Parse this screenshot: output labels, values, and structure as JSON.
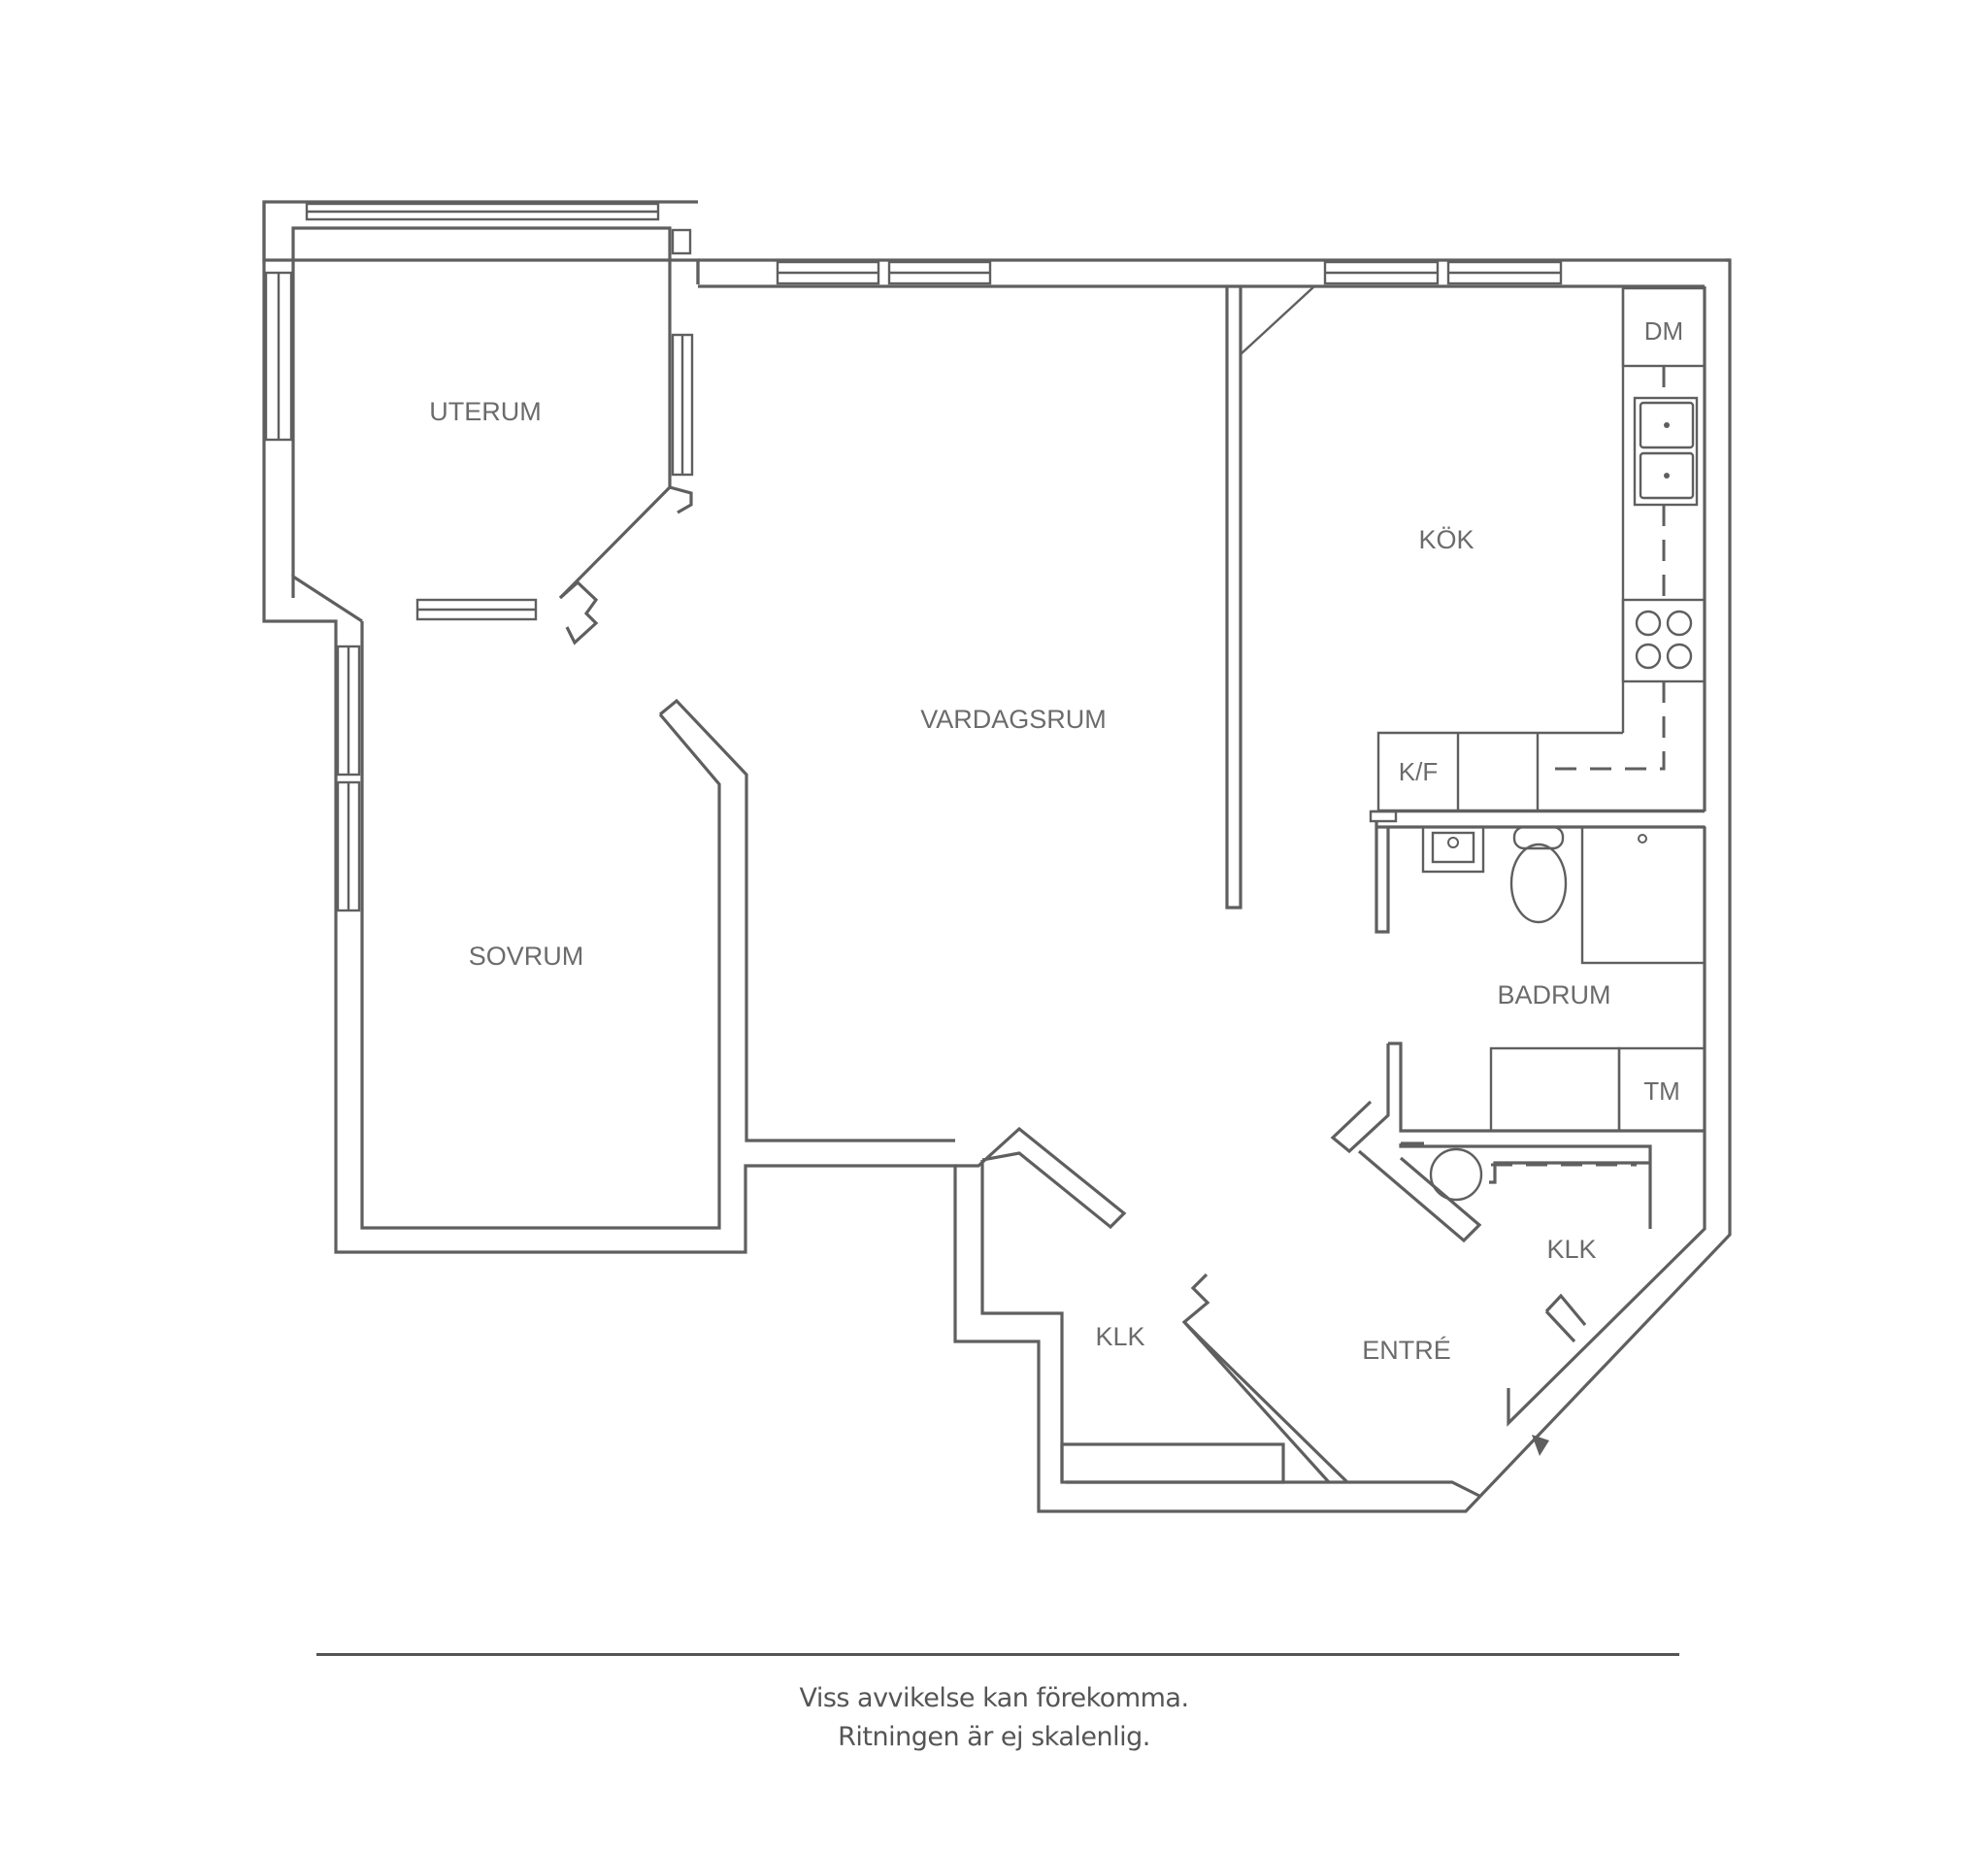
{
  "rooms": {
    "uterum": "UTERUM",
    "vardagsrum": "VARDAGSRUM",
    "kok": "KÖK",
    "sovrum": "SOVRUM",
    "badrum": "BADRUM",
    "klk_west": "KLK",
    "klk_east": "KLK",
    "entre": "ENTRÉ"
  },
  "fixtures": {
    "dm": "DM",
    "kf": "K/F",
    "tm": "TM"
  },
  "footer": {
    "line1": "Viss avvikelse kan förekomma.",
    "line2": "Ritningen är ej skalenlig."
  },
  "colors": {
    "line": "#5f5f5f",
    "text": "#6b6b6b",
    "background": "#ffffff"
  }
}
